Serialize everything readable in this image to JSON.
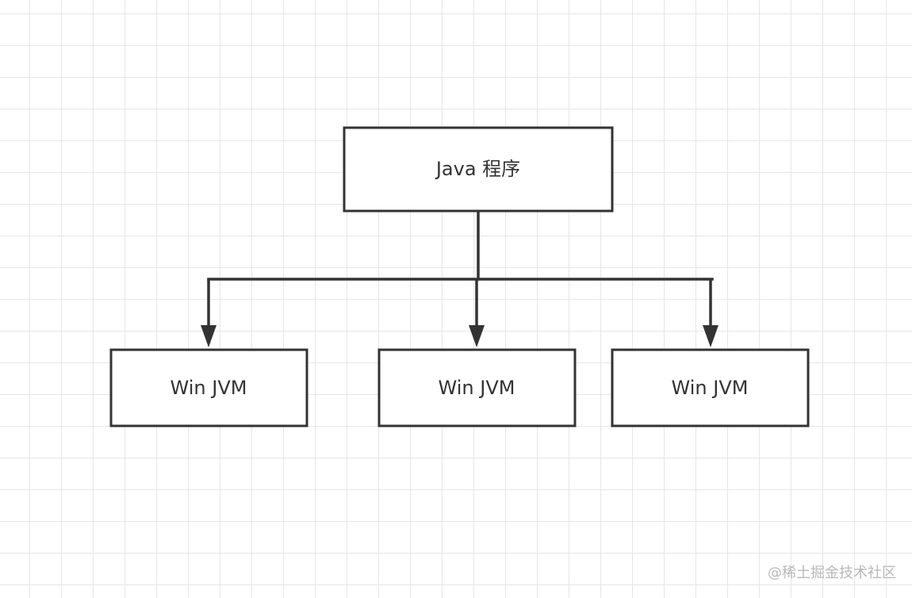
{
  "nodes": {
    "root": {
      "label": "Java 程序"
    },
    "children": [
      {
        "label": "Win JVM"
      },
      {
        "label": "Win JVM"
      },
      {
        "label": "Win JVM"
      }
    ]
  },
  "edges": [
    {
      "from": "root",
      "to": "child-1"
    },
    {
      "from": "root",
      "to": "child-2"
    },
    {
      "from": "root",
      "to": "child-3"
    }
  ],
  "watermark": "@稀土掘金技术社区",
  "colors": {
    "stroke": "#333333",
    "grid": "#e6e6e6",
    "background": "#ffffff",
    "watermark": "#b8b8b8"
  }
}
